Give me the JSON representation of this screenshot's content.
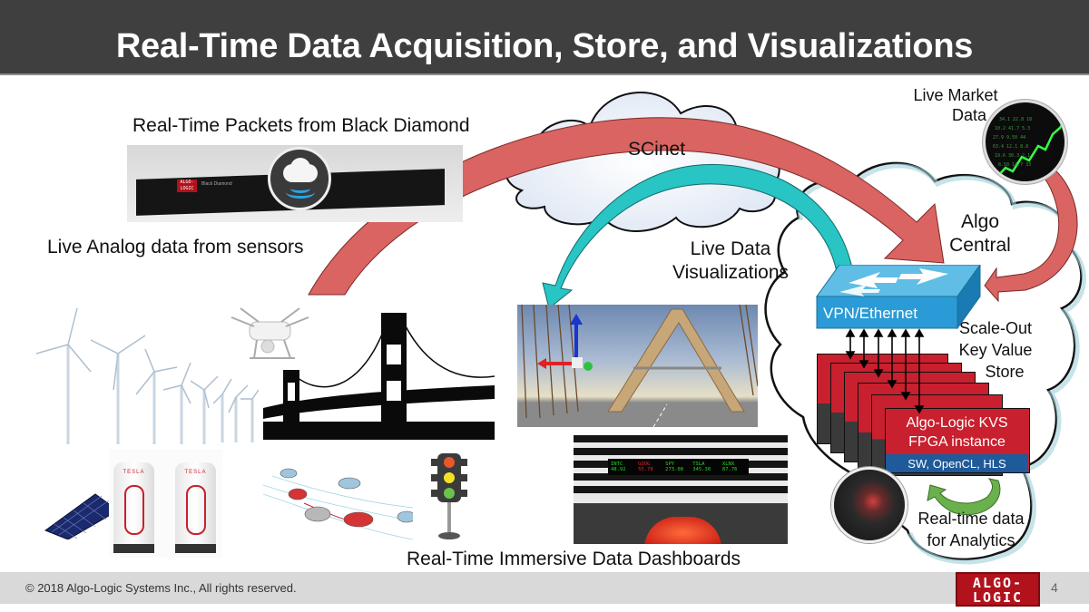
{
  "slide": {
    "title": "Real-Time Data Acquisition, Store, and Visualizations",
    "page_number": "4",
    "copyright": "© 2018 Algo-Logic Systems Inc., All rights reserved.",
    "logo": {
      "line1": "ALGO-",
      "line2": "LOGIC"
    }
  },
  "labels": {
    "packets": "Real-Time Packets from Black Diamond",
    "analog": "Live Analog data from sensors",
    "scinet": "SCinet",
    "live_market_line1": "Live Market",
    "live_market_line2": "Data",
    "algo_central_line1": "Algo",
    "algo_central_line2": "Central",
    "live_viz_line1": "Live Data",
    "live_viz_line2": "Visualizations",
    "vpn": "VPN/Ethernet",
    "scale_out_line1": "Scale-Out",
    "scale_out_line2": "Key Value",
    "scale_out_line3": "Store",
    "kvs_line1": "Algo-Logic KVS",
    "kvs_line2": "FPGA instance",
    "kvs_sub": "SW, OpenCL, HLS",
    "realtime_line1": "Real-time data",
    "realtime_line2": "for  Analytics",
    "dashboards": "Real-Time Immersive Data Dashboards"
  },
  "device": {
    "brand": "ALGO-LOGIC",
    "model": "Black Diamond"
  },
  "ticker": [
    {
      "symbol": "INTC",
      "price": "48.92",
      "color": "#22dd22"
    },
    {
      "symbol": "GOOG",
      "price": "55.78",
      "color": "#ee2222"
    },
    {
      "symbol": "SPY",
      "price": "273.08",
      "color": "#22dd22"
    },
    {
      "symbol": "TSLA",
      "price": "345.30",
      "color": "#22dd22"
    },
    {
      "symbol": "XLNX",
      "price": "87.76",
      "color": "#22dd22"
    }
  ],
  "charger_brand": "TESLA",
  "colors": {
    "red_arrow": "#d96461",
    "teal_arrow": "#29c4c4",
    "kvs_red": "#c8202e",
    "kvs_blue": "#1f5a9a",
    "switch_blue": "#2a9bd6"
  }
}
